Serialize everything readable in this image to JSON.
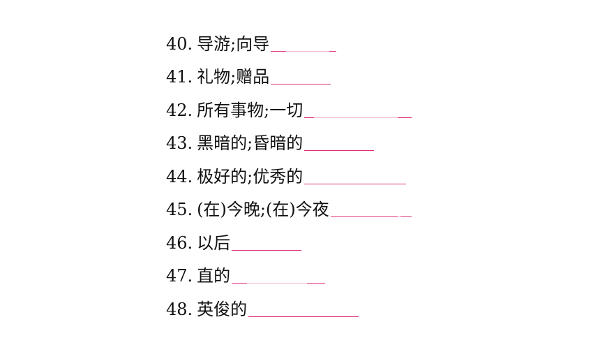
{
  "items": [
    {
      "number": "40.",
      "text": "导游;向导"
    },
    {
      "number": "41.",
      "text": "礼物;赠品"
    },
    {
      "number": "42.",
      "text": "所有事物;一切"
    },
    {
      "number": "43.",
      "text": "黑暗的;昏暗的"
    },
    {
      "number": "44.",
      "text": "极好的;优秀的"
    },
    {
      "number": "45.",
      "text": "(在)今晚;(在)今夜"
    },
    {
      "number": "46.",
      "text": "以后"
    },
    {
      "number": "47.",
      "text": "直的"
    },
    {
      "number": "48.",
      "text": "英俊的"
    }
  ],
  "colors": {
    "answer_line": "#e0307a",
    "text": "#111111",
    "background": "#ffffff"
  }
}
